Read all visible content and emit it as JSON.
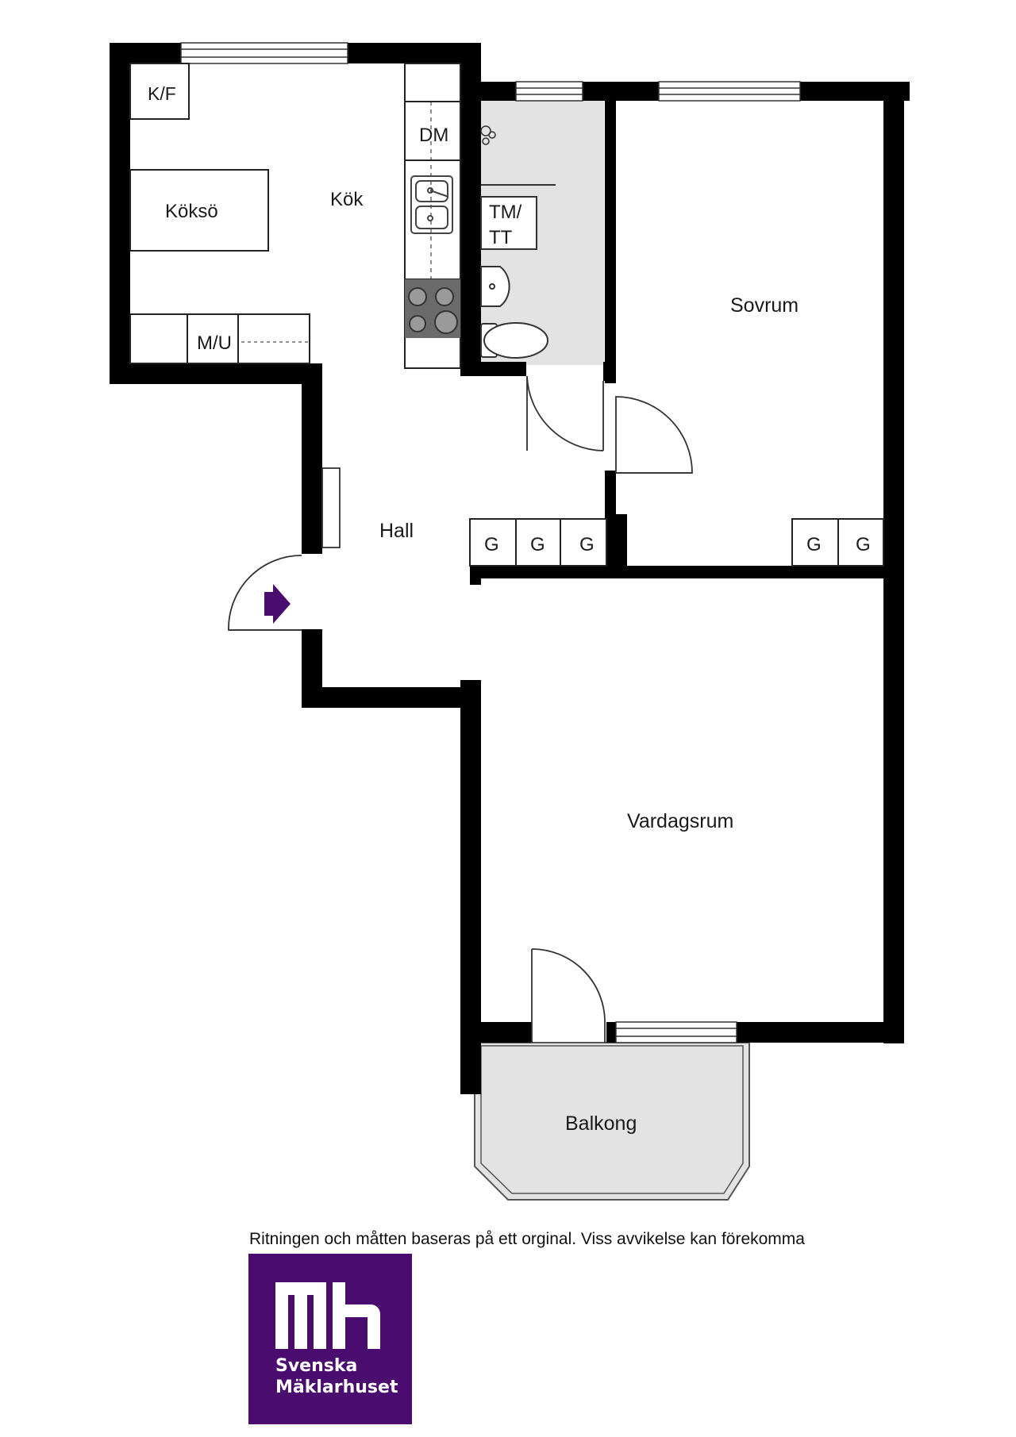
{
  "rooms": {
    "kok": "Kök",
    "kokso": "Köksö",
    "hall": "Hall",
    "sovrum": "Sovrum",
    "vardagsrum": "Vardagsrum",
    "balkong": "Balkong"
  },
  "fixtures": {
    "kf": "K/F",
    "dm": "DM",
    "mu": "M/U",
    "tm_line1": "TM/",
    "tm_line2": "TT",
    "wardrobe": "G"
  },
  "disclaimer": "Ritningen och måtten baseras på ett orginal. Viss avvikelse kan förekomma",
  "logo": {
    "line1": "Svenska",
    "line2": "Mäklarhuset",
    "color": "#4b0c6f"
  },
  "colors": {
    "wall": "#000000",
    "bathroom_floor": "#e3e3e3",
    "balcony_floor": "#e3e3e3",
    "stove": "#6b6b6b",
    "entrance_arrow": "#4b0c6f"
  },
  "icons": [
    "entrance-arrow-icon",
    "sink-icon",
    "stove-icon",
    "toilet-icon",
    "washbasin-icon",
    "shower-icon"
  ]
}
